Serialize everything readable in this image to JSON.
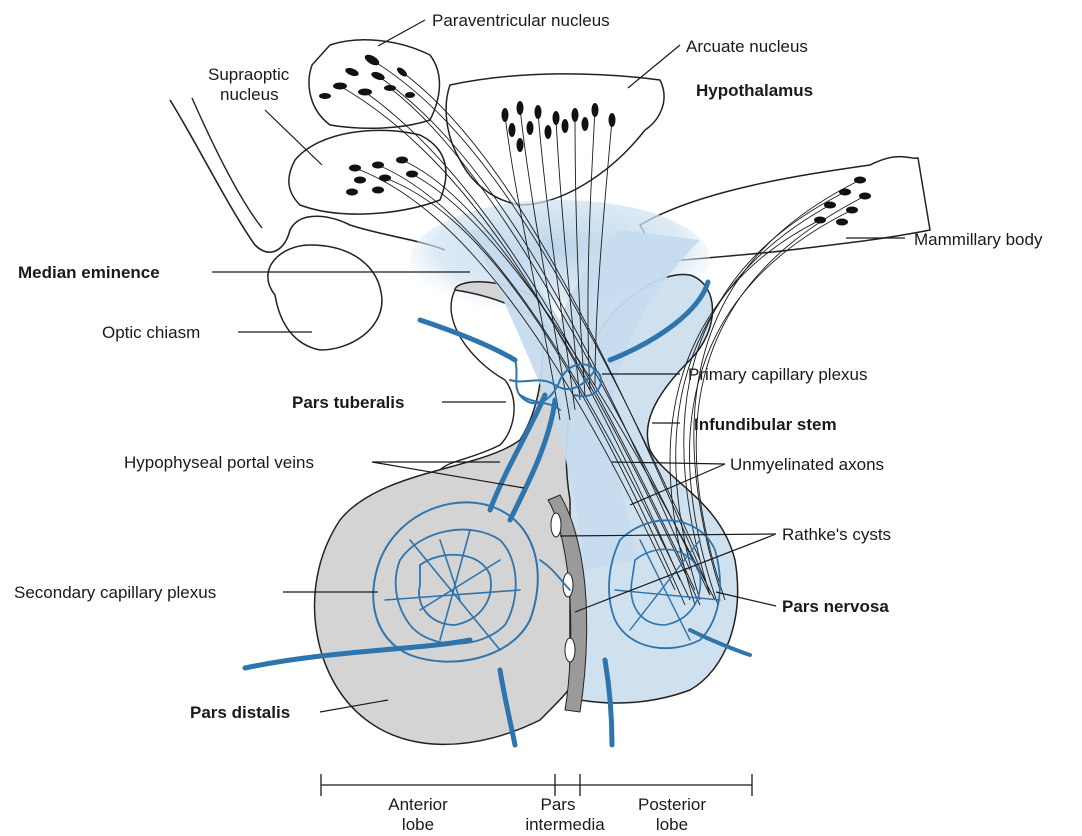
{
  "colors": {
    "outline": "#222222",
    "gland": "#d3d3d3",
    "posterior": "#cfe0ee",
    "glow": "#bcd6ec",
    "vessel": "#2e74ad",
    "pars_intermedia": "#9a9a9a",
    "neuron": "#111111"
  },
  "labels": {
    "paraventricular": "Paraventricular nucleus",
    "arcuate": "Arcuate nucleus",
    "supraoptic_1": "Supraoptic",
    "supraoptic_2": "nucleus",
    "hypothalamus": "Hypothalamus",
    "mammillary": "Mammillary body",
    "median_eminence": "Median eminence",
    "optic_chiasm": "Optic chiasm",
    "primary_plexus": "Primary capillary plexus",
    "pars_tuberalis": "Pars tuberalis",
    "infundibular": "Infundibular stem",
    "portal_veins": "Hypophyseal portal veins",
    "unmyelinated": "Unmyelinated axons",
    "rathke": "Rathke's cysts",
    "secondary_plexus": "Secondary capillary plexus",
    "pars_nervosa": "Pars nervosa",
    "pars_distalis": "Pars distalis"
  },
  "scale": {
    "anterior_1": "Anterior",
    "anterior_2": "lobe",
    "intermedia_1": "Pars",
    "intermedia_2": "intermedia",
    "posterior_1": "Posterior",
    "posterior_2": "lobe"
  }
}
